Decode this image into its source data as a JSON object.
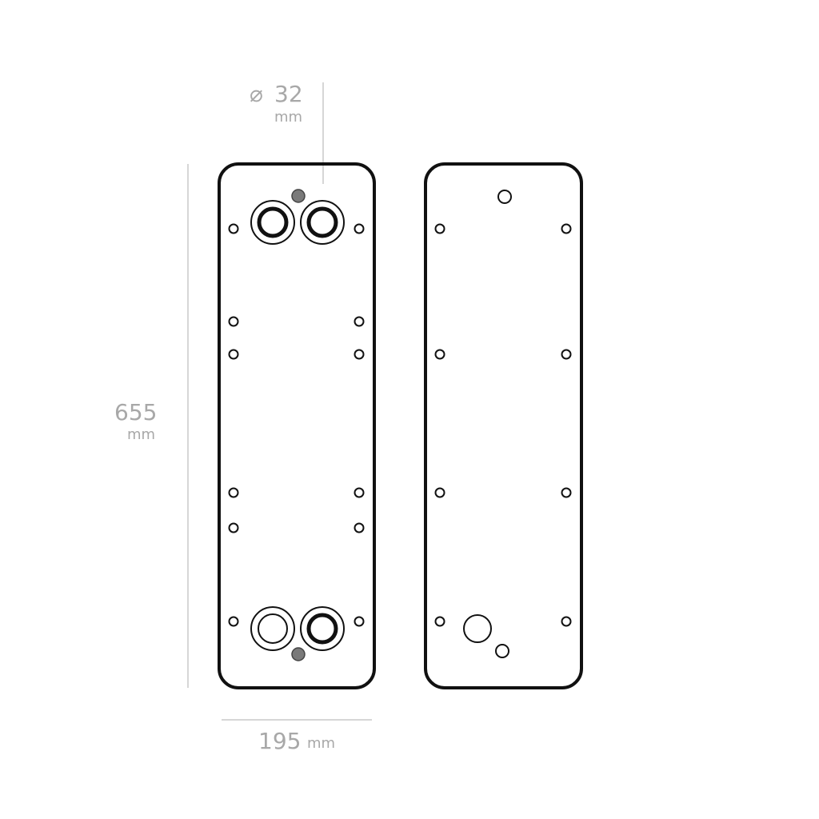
{
  "dimensions": {
    "port_diameter": {
      "symbol": "⌀",
      "value": "32",
      "unit": "mm"
    },
    "height": {
      "value": "655",
      "unit": "mm"
    },
    "width": {
      "value": "195",
      "unit": "mm"
    }
  },
  "colors": {
    "outline": "#111111",
    "dimension": "#a8a8a8",
    "sensor_dot": "#7a7a7a"
  }
}
